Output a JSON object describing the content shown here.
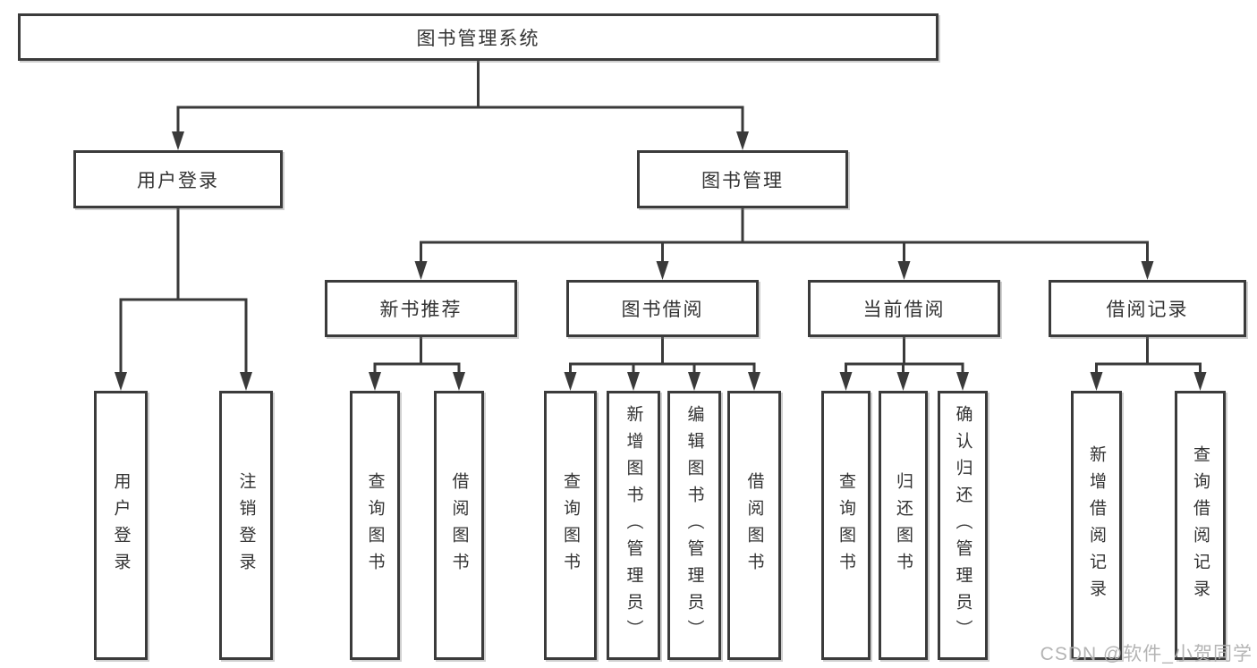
{
  "diagram": {
    "root": {
      "label": "图书管理系统",
      "children": [
        {
          "label": "用户登录",
          "children": [
            {
              "label": "用户登录"
            },
            {
              "label": "注销登录"
            }
          ]
        },
        {
          "label": "图书管理",
          "children": [
            {
              "label": "新书推荐",
              "children": [
                {
                  "label": "查询图书"
                },
                {
                  "label": "借阅图书"
                }
              ]
            },
            {
              "label": "图书借阅",
              "children": [
                {
                  "label": "查询图书"
                },
                {
                  "label": "新增图书（管理员）"
                },
                {
                  "label": "编辑图书（管理员）"
                },
                {
                  "label": "借阅图书"
                }
              ]
            },
            {
              "label": "当前借阅",
              "children": [
                {
                  "label": "查询图书"
                },
                {
                  "label": "归还图书"
                },
                {
                  "label": "确认归还（管理员）"
                }
              ]
            },
            {
              "label": "借阅记录",
              "children": [
                {
                  "label": "新增借阅记录"
                },
                {
                  "label": "查询借阅记录"
                }
              ]
            }
          ]
        }
      ]
    }
  },
  "watermark": {
    "text": "CSDN @软件_小贺同学"
  },
  "colors": {
    "line": "#3a3a3a",
    "border": "#3b3b3b",
    "text": "#333333",
    "background": "#ffffff",
    "watermark": "#b0b0b0"
  }
}
